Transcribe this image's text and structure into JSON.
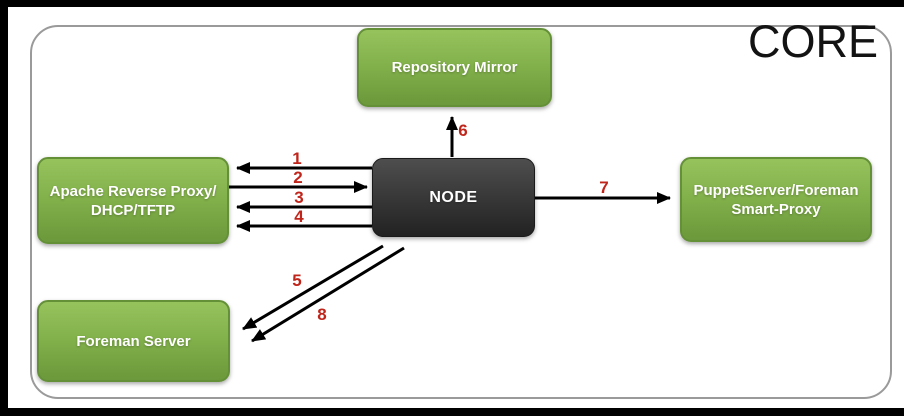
{
  "title": "CORE",
  "colors": {
    "outer_black": "#000000",
    "canvas_white": "#ffffff",
    "frame_border": "#9a9a9a",
    "green_top": "#97c35d",
    "green_bottom": "#6b993b",
    "green_border": "#649037",
    "node_top": "#4e4e4e",
    "node_bottom": "#222222",
    "arrow_black": "#000000",
    "label_red": "#c0251b"
  },
  "nodes": {
    "repository_mirror": {
      "label": "Repository Mirror"
    },
    "apache_proxy": {
      "line1": "Apache Reverse Proxy/",
      "line2": "DHCP/TFTP"
    },
    "node": {
      "label": "NODE"
    },
    "smart_proxy": {
      "line1": "PuppetServer/Foreman",
      "line2": "Smart-Proxy"
    },
    "foreman_server": {
      "label": "Foreman Server"
    }
  },
  "arrows": [
    {
      "label": "1",
      "from": "NODE",
      "to": "Apache Reverse Proxy/DHCP/TFTP"
    },
    {
      "label": "2",
      "from": "Apache Reverse Proxy/DHCP/TFTP",
      "to": "NODE"
    },
    {
      "label": "3",
      "from": "NODE",
      "to": "Apache Reverse Proxy/DHCP/TFTP"
    },
    {
      "label": "4",
      "from": "NODE",
      "to": "Apache Reverse Proxy/DHCP/TFTP"
    },
    {
      "label": "5",
      "from": "NODE",
      "to": "Foreman Server"
    },
    {
      "label": "6",
      "from": "NODE",
      "to": "Repository Mirror"
    },
    {
      "label": "7",
      "from": "NODE",
      "to": "PuppetServer/Foreman Smart-Proxy"
    },
    {
      "label": "8",
      "from": "NODE",
      "to": "Foreman Server"
    }
  ]
}
